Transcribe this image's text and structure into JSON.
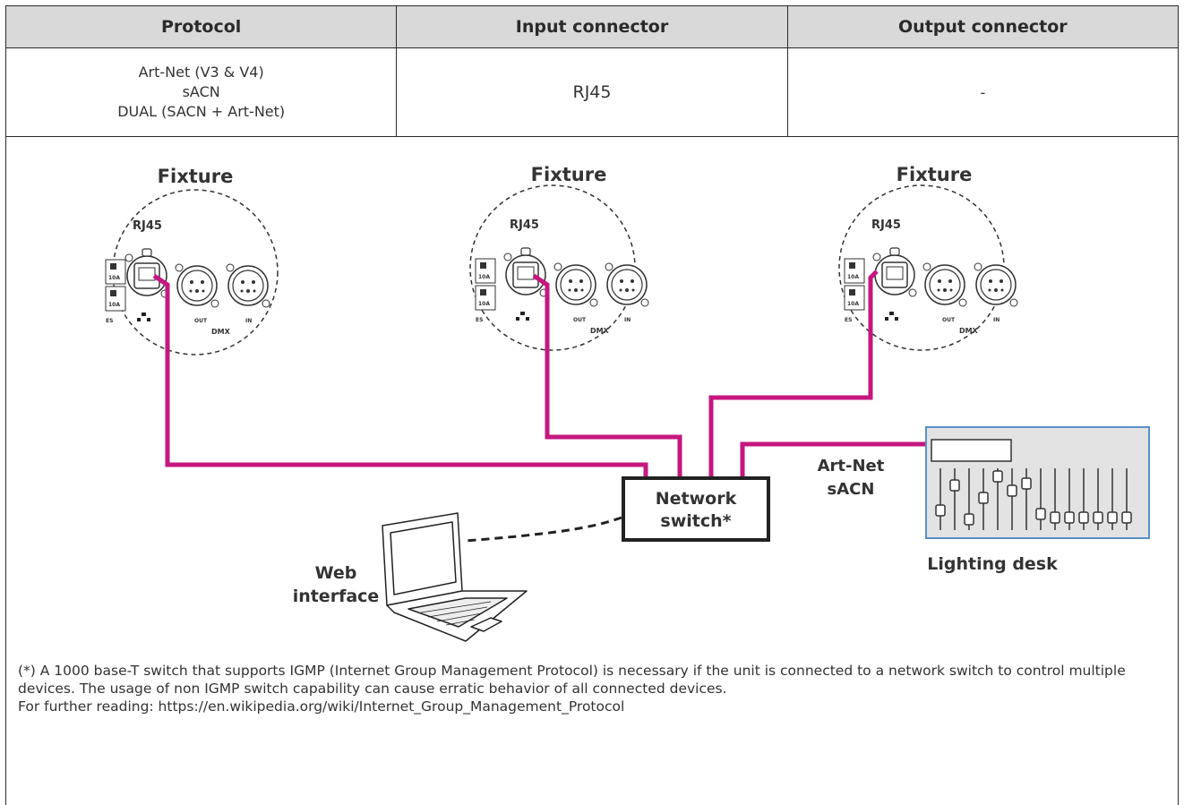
{
  "table": {
    "headers": [
      "Protocol",
      "Input connector",
      "Output connector"
    ],
    "protocol_lines": [
      "Art-Net (V3 & V4)",
      "sACN",
      "DUAL (SACN + Art-Net)"
    ],
    "input_connector": "RJ45",
    "output_connector": "-"
  },
  "diagram": {
    "fixtures": [
      {
        "title": "Fixture",
        "port_label": "RJ45"
      },
      {
        "title": "Fixture",
        "port_label": "RJ45"
      },
      {
        "title": "Fixture",
        "port_label": "RJ45"
      }
    ],
    "panel_text": {
      "out": "OUT",
      "in": "IN",
      "dmx": "DMX",
      "fuse": "10A",
      "res": "ES"
    },
    "switch_label_line1": "Network",
    "switch_label_line2": "switch*",
    "laptop_label_line1": "Web",
    "laptop_label_line2": "interface",
    "desk_protocol_line1": "Art-Net",
    "desk_protocol_line2": "sACN",
    "desk_label": "Lighting desk",
    "cable_color": "#c5177f"
  },
  "footnote": {
    "paragraph": "(*) A 1000 base-T switch that supports IGMP (Internet Group Management Protocol) is necessary if the unit is connected to a network switch to control multiple devices. The usage of non IGMP switch capability can cause erratic behavior of all connected devices.",
    "further_reading": "For further reading: https://en.wikipedia.org/wiki/Internet_Group_Management_Protocol"
  }
}
